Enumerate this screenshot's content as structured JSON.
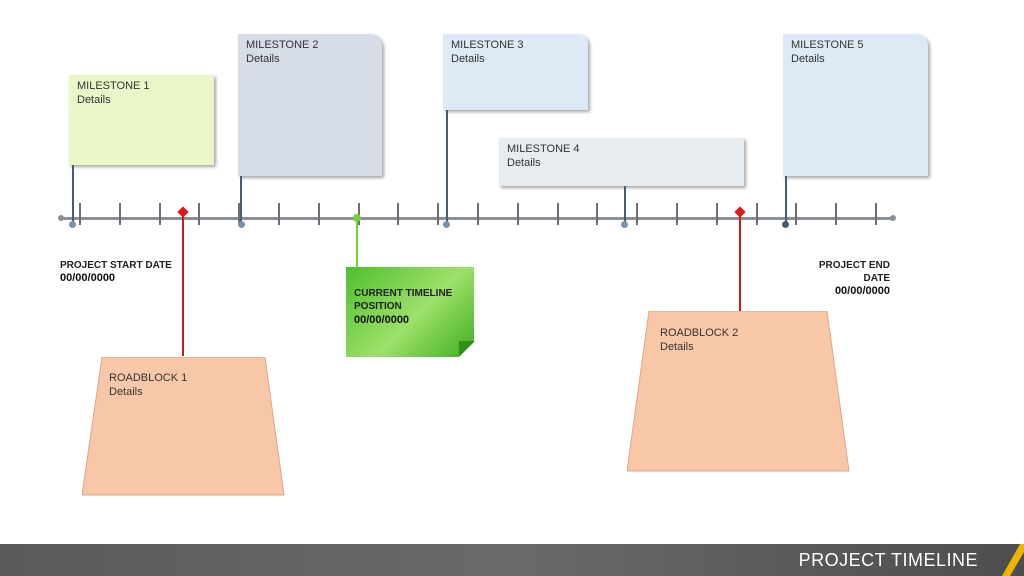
{
  "milestones": [
    {
      "title": "MILESTONE 1",
      "details": "Details",
      "color": "#eaf6c8"
    },
    {
      "title": "MILESTONE 2",
      "details": "Details",
      "color": "#d6dde6"
    },
    {
      "title": "MILESTONE 3",
      "details": "Details",
      "color": "#dde9f5"
    },
    {
      "title": "MILESTONE 4",
      "details": "Details",
      "color": "#e7ecf1"
    },
    {
      "title": "MILESTONE 5",
      "details": "Details",
      "color": "#dde9f5"
    }
  ],
  "project_start": {
    "label": "PROJECT START DATE",
    "date": "00/00/0000"
  },
  "project_end": {
    "label_line1": "PROJECT END",
    "label_line2": "DATE",
    "date": "00/00/0000"
  },
  "current": {
    "label_line1": "CURRENT TIMELINE",
    "label_line2": "POSITION",
    "date": "00/00/0000",
    "color": "#5cc43a"
  },
  "roadblocks": [
    {
      "title": "ROADBLOCK 1",
      "details": "Details",
      "color": "#f7c7a8"
    },
    {
      "title": "ROADBLOCK 2",
      "details": "Details",
      "color": "#f7c7a8"
    }
  ],
  "footer": {
    "title": "PROJECT TIMELINE",
    "accent": "#f0b400"
  },
  "colors": {
    "axis": "#8a8f96",
    "roadblock_marker": "#e01818",
    "connector": "#4a5a6e"
  }
}
